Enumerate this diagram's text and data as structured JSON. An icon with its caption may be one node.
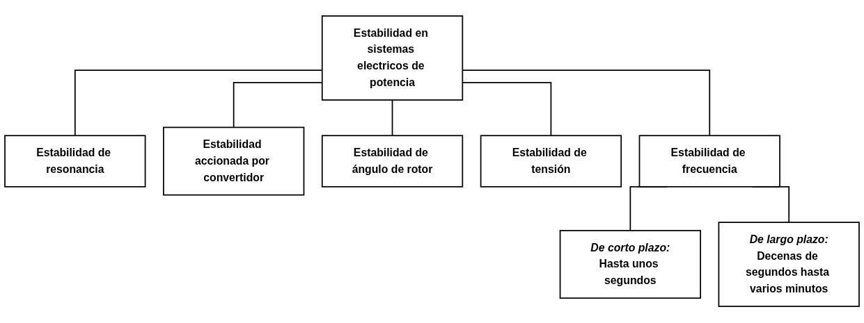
{
  "diagram": {
    "nodes": [
      {
        "text": [
          "Estabilidad en sistemas electricos de potencia"
        ]
      },
      {
        "text": [
          "Estabilidad de resonancia"
        ]
      },
      {
        "text": [
          "Estabilidad accionada por convertidor"
        ]
      },
      {
        "text": [
          "Estabilidad de ángulo de rotor"
        ]
      },
      {
        "text": [
          "Estabilidad de tensión"
        ]
      },
      {
        "text": [
          "Estabilidad de frecuencia"
        ]
      },
      {
        "text": [
          "De corto plazo:",
          "Hasta unos segundos"
        ]
      },
      {
        "text": [
          "De largo plazo:",
          "Decenas de segundos hasta varios minutos"
        ]
      }
    ],
    "edges": [
      {
        "from": 0,
        "to": 1,
        "arrow": "none"
      },
      {
        "from": 0,
        "to": 2,
        "arrow": "none"
      },
      {
        "from": 0,
        "to": 3,
        "arrow": "none"
      },
      {
        "from": 0,
        "to": 4,
        "arrow": "none"
      },
      {
        "from": 0,
        "to": 5,
        "arrow": "none"
      },
      {
        "from": 5,
        "to": 6,
        "arrow": "none"
      },
      {
        "from": 5,
        "to": 7,
        "arrow": "none"
      }
    ]
  }
}
